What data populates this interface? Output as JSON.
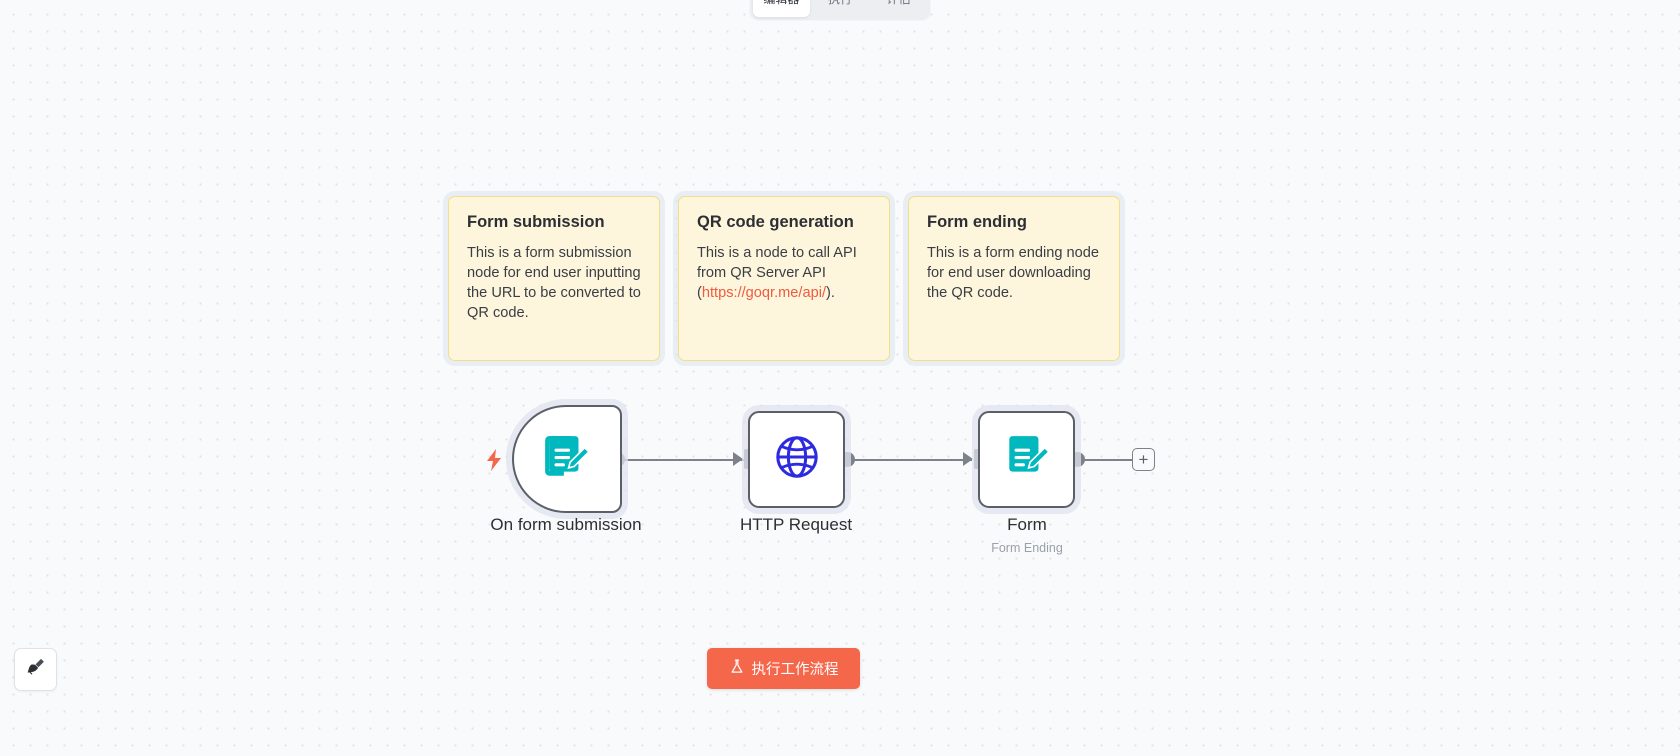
{
  "tabs": [
    {
      "label": "编辑器",
      "active": true
    },
    {
      "label": "执行",
      "active": false
    },
    {
      "label": "评估",
      "active": false
    }
  ],
  "sticky_notes": [
    {
      "title": "Form submission",
      "body": "This is a form submission node for end user inputting the URL to be converted to QR code."
    },
    {
      "title": "QR code generation",
      "body_prefix": "This is a node to call API from QR Server API (",
      "link": "https://goqr.me/api/",
      "body_suffix": ")."
    },
    {
      "title": "Form ending",
      "body": "This is a form ending node for end user downloading the QR code."
    }
  ],
  "nodes": [
    {
      "label": "On form submission",
      "subtitle": "",
      "icon": "form-pencil-icon",
      "icon_color": "#00b8bd",
      "kind": "trigger"
    },
    {
      "label": "HTTP Request",
      "subtitle": "",
      "icon": "globe-icon",
      "icon_color": "#2d2ae0",
      "kind": "action"
    },
    {
      "label": "Form",
      "subtitle": "Form Ending",
      "icon": "form-pencil-icon",
      "icon_color": "#00b8bd",
      "kind": "action"
    }
  ],
  "toolbar": {
    "execute_label": "执行工作流程",
    "execute_icon": "flask-icon",
    "execute_color": "#f4674b",
    "tidy_icon": "broom-icon",
    "add_node_label": "+"
  },
  "canvas": {
    "background_color": "#f9fafb",
    "grid_dot_color": "#dfe2e8",
    "sticky_color": "#fdf6dd",
    "sticky_border_color": "#f0e08a",
    "link_color": "#f05a3f"
  }
}
